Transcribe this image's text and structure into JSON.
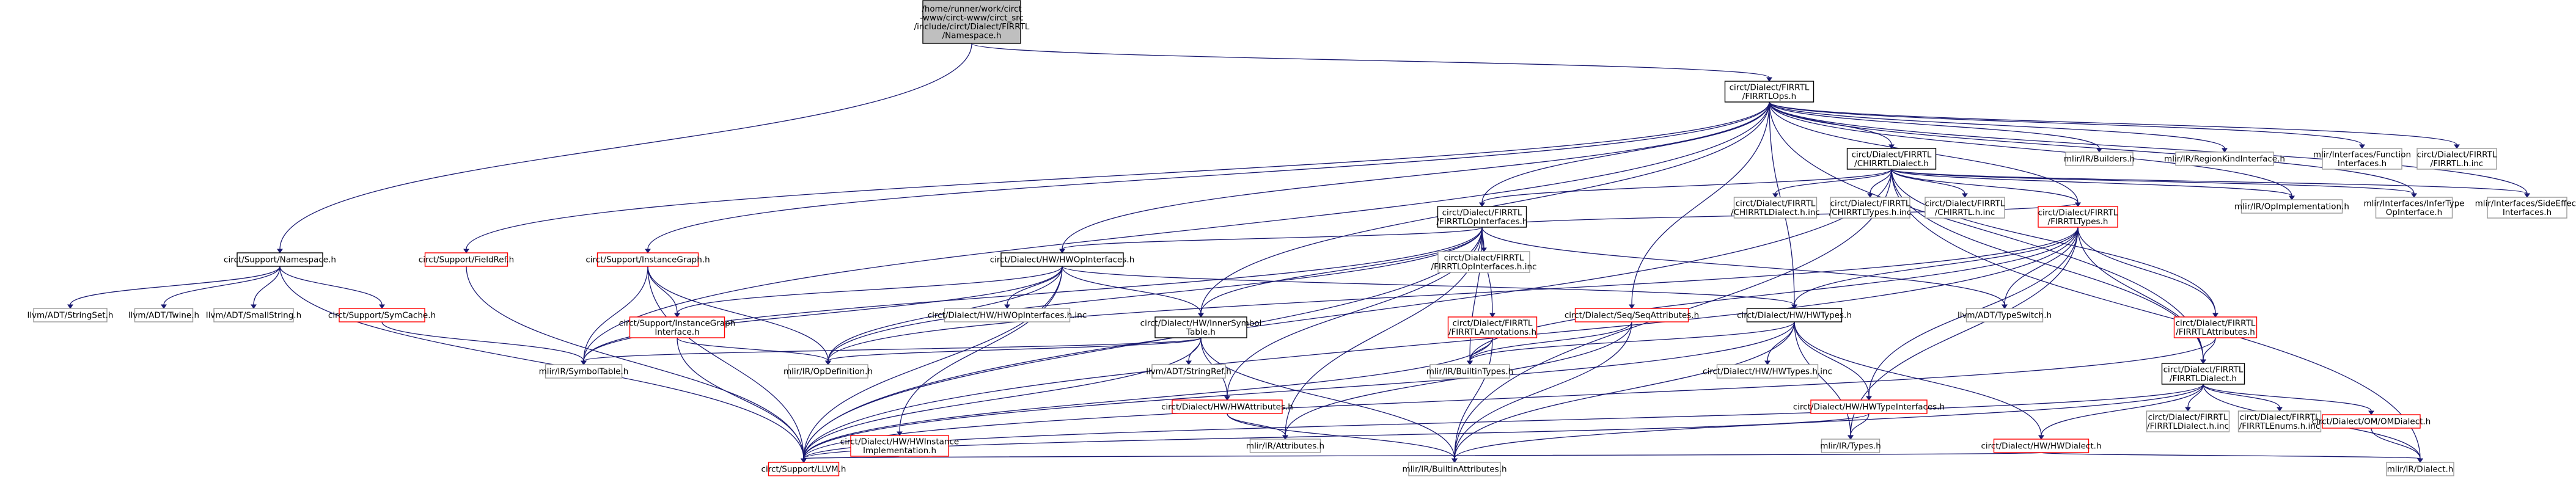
{
  "graph": {
    "nodes": [
      {
        "id": "root",
        "lines": [
          "/home/runner/work/circt",
          "-www/circt-www/circt_src",
          "/include/circt/Dialect/FIRRTL",
          "/Namespace.h"
        ],
        "style": "root"
      },
      {
        "id": "ops",
        "lines": [
          "circt/Dialect/FIRRTL",
          "/FIRRTLOps.h"
        ],
        "style": "boxed"
      },
      {
        "id": "ns",
        "lines": [
          "circt/Support/Namespace.h"
        ],
        "style": "boxed"
      },
      {
        "id": "fieldref",
        "lines": [
          "circt/Support/FieldRef.h"
        ],
        "style": "red"
      },
      {
        "id": "instgraph",
        "lines": [
          "circt/Support/InstanceGraph.h"
        ],
        "style": "red"
      },
      {
        "id": "hwopif",
        "lines": [
          "circt/Dialect/HW/HWOpInterfaces.h"
        ],
        "style": "boxed"
      },
      {
        "id": "firopif",
        "lines": [
          "circt/Dialect/FIRRTL",
          "/FIRRTLOpInterfaces.h"
        ],
        "style": "boxed"
      },
      {
        "id": "chirrtl",
        "lines": [
          "circt/Dialect/FIRRTL",
          "/CHIRRTLDialect.h"
        ],
        "style": "boxed"
      },
      {
        "id": "builders",
        "lines": [
          "mlir/IR/Builders.h"
        ],
        "style": "plain"
      },
      {
        "id": "regionkind",
        "lines": [
          "mlir/IR/RegionKindInterface.h"
        ],
        "style": "plain"
      },
      {
        "id": "funcif",
        "lines": [
          "mlir/Interfaces/Function",
          "Interfaces.h"
        ],
        "style": "plain"
      },
      {
        "id": "firrtlhinc",
        "lines": [
          "circt/Dialect/FIRRTL",
          "/FIRRTL.h.inc"
        ],
        "style": "plain"
      },
      {
        "id": "stringset",
        "lines": [
          "llvm/ADT/StringSet.h"
        ],
        "style": "plain"
      },
      {
        "id": "twine",
        "lines": [
          "llvm/ADT/Twine.h"
        ],
        "style": "plain"
      },
      {
        "id": "smallstring",
        "lines": [
          "llvm/ADT/SmallString.h"
        ],
        "style": "plain"
      },
      {
        "id": "symcache",
        "lines": [
          "circt/Support/SymCache.h"
        ],
        "style": "red"
      },
      {
        "id": "instgraphif",
        "lines": [
          "circt/Support/InstanceGraph",
          "Interface.h"
        ],
        "style": "red"
      },
      {
        "id": "symtable",
        "lines": [
          "mlir/IR/SymbolTable.h"
        ],
        "style": "plain"
      },
      {
        "id": "opdef",
        "lines": [
          "mlir/IR/OpDefinition.h"
        ],
        "style": "plain"
      },
      {
        "id": "llvmh",
        "lines": [
          "circt/Support/LLVM.h"
        ],
        "style": "red"
      },
      {
        "id": "hwopifinc",
        "lines": [
          "circt/Dialect/HW/HWOpInterfaces.h.inc"
        ],
        "style": "plain"
      },
      {
        "id": "innersym",
        "lines": [
          "circt/Dialect/HW/InnerSymbol",
          "Table.h"
        ],
        "style": "boxed"
      },
      {
        "id": "stringref",
        "lines": [
          "llvm/ADT/StringRef.h"
        ],
        "style": "plain"
      },
      {
        "id": "hwinstimpl",
        "lines": [
          "circt/Dialect/HW/HWInstance",
          "Implementation.h"
        ],
        "style": "red"
      },
      {
        "id": "hwattrs",
        "lines": [
          "circt/Dialect/HW/HWAttributes.h"
        ],
        "style": "red"
      },
      {
        "id": "mlirattrs",
        "lines": [
          "mlir/IR/Attributes.h"
        ],
        "style": "plain"
      },
      {
        "id": "builtinattrs",
        "lines": [
          "mlir/IR/BuiltinAttributes.h"
        ],
        "style": "plain"
      },
      {
        "id": "firopifinc",
        "lines": [
          "circt/Dialect/FIRRTL",
          "/FIRRTLOpInterfaces.h.inc"
        ],
        "style": "plain"
      },
      {
        "id": "firannot",
        "lines": [
          "circt/Dialect/FIRRTL",
          "/FIRRTLAnnotations.h"
        ],
        "style": "red"
      },
      {
        "id": "builtintypes",
        "lines": [
          "mlir/IR/BuiltinTypes.h"
        ],
        "style": "plain"
      },
      {
        "id": "seqattrs",
        "lines": [
          "circt/Dialect/Seq/SeqAttributes.h"
        ],
        "style": "red"
      },
      {
        "id": "hwtypes",
        "lines": [
          "circt/Dialect/HW/HWTypes.h"
        ],
        "style": "boxed"
      },
      {
        "id": "hwtypesinc",
        "lines": [
          "circt/Dialect/HW/HWTypes.h.inc"
        ],
        "style": "plain"
      },
      {
        "id": "hwtypeif",
        "lines": [
          "circt/Dialect/HW/HWTypeInterfaces.h"
        ],
        "style": "red"
      },
      {
        "id": "mlirtypes",
        "lines": [
          "mlir/IR/Types.h"
        ],
        "style": "plain"
      },
      {
        "id": "hwdialect",
        "lines": [
          "circt/Dialect/HW/HWDialect.h"
        ],
        "style": "red"
      },
      {
        "id": "typeswitch",
        "lines": [
          "llvm/ADT/TypeSwitch.h"
        ],
        "style": "plain"
      },
      {
        "id": "chirdialinc",
        "lines": [
          "circt/Dialect/FIRRTL",
          "/CHIRRTLDialect.h.inc"
        ],
        "style": "plain"
      },
      {
        "id": "chirtypesinc",
        "lines": [
          "circt/Dialect/FIRRTL",
          "/CHIRRTLTypes.h.inc"
        ],
        "style": "plain"
      },
      {
        "id": "chirhinc",
        "lines": [
          "circt/Dialect/FIRRTL",
          "/CHIRRTL.h.inc"
        ],
        "style": "plain"
      },
      {
        "id": "firtypes",
        "lines": [
          "circt/Dialect/FIRRTL",
          "/FIRRTLTypes.h"
        ],
        "style": "red"
      },
      {
        "id": "firattrs",
        "lines": [
          "circt/Dialect/FIRRTL",
          "/FIRRTLAttributes.h"
        ],
        "style": "red"
      },
      {
        "id": "firdialect",
        "lines": [
          "circt/Dialect/FIRRTL",
          "/FIRRTLDialect.h"
        ],
        "style": "boxed"
      },
      {
        "id": "firdialinc",
        "lines": [
          "circt/Dialect/FIRRTL",
          "/FIRRTLDialect.h.inc"
        ],
        "style": "plain"
      },
      {
        "id": "firenumsinc",
        "lines": [
          "circt/Dialect/FIRRTL",
          "/FIRRTLEnums.h.inc"
        ],
        "style": "plain"
      },
      {
        "id": "omdialect",
        "lines": [
          "circt/Dialect/OM/OMDialect.h"
        ],
        "style": "red"
      },
      {
        "id": "mlirdialect",
        "lines": [
          "mlir/IR/Dialect.h"
        ],
        "style": "plain"
      },
      {
        "id": "opimpl",
        "lines": [
          "mlir/IR/OpImplementation.h"
        ],
        "style": "plain"
      },
      {
        "id": "infertype",
        "lines": [
          "mlir/Interfaces/InferType",
          "OpInterface.h"
        ],
        "style": "plain"
      },
      {
        "id": "sideeffect",
        "lines": [
          "mlir/Interfaces/SideEffect",
          "Interfaces.h"
        ],
        "style": "plain"
      }
    ]
  }
}
